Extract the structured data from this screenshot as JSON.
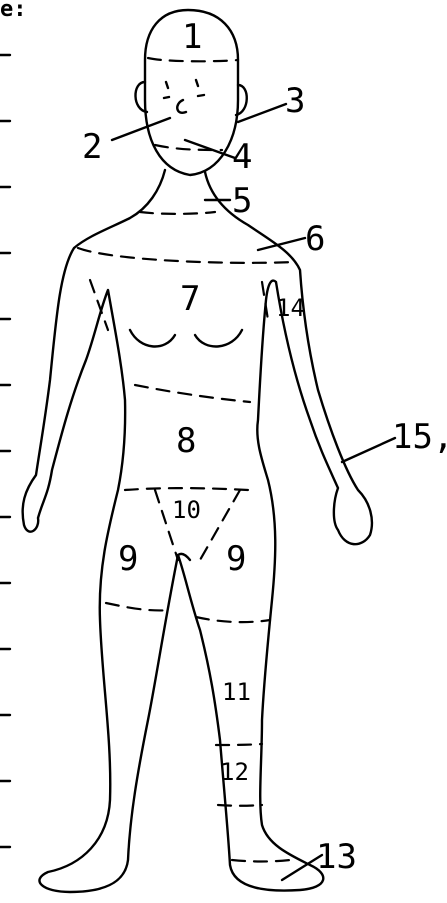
{
  "header_fragment": "e:",
  "labels": {
    "l1": "1",
    "l2": "2",
    "l3": "3",
    "l4": "4",
    "l5": "5",
    "l6": "6",
    "l7": "7",
    "l8": "8",
    "l9a": "9",
    "l9b": "9",
    "l10": "10",
    "l11": "11",
    "l12": "12",
    "l13": "13",
    "l14": "14",
    "l15": "15,"
  }
}
